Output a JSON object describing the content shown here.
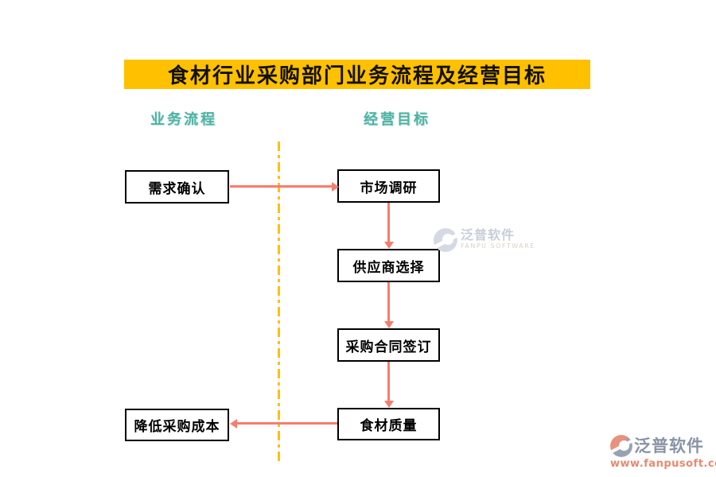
{
  "title": "食材行业采购部门业务流程及经营目标",
  "headers": {
    "left": "业务流程",
    "right": "经营目标"
  },
  "boxes": {
    "demand": "需求确认",
    "market": "市场调研",
    "supplier": "供应商选择",
    "contract": "采购合同签订",
    "quality": "食材质量",
    "cost": "降低采购成本"
  },
  "flow_connections": [
    {
      "from": "需求确认",
      "to": "市场调研",
      "direction": "right"
    },
    {
      "from": "市场调研",
      "to": "供应商选择",
      "direction": "down"
    },
    {
      "from": "供应商选择",
      "to": "采购合同签订",
      "direction": "down"
    },
    {
      "from": "采购合同签订",
      "to": "食材质量",
      "direction": "down"
    },
    {
      "from": "食材质量",
      "to": "降低采购成本",
      "direction": "left"
    }
  ],
  "watermark_center": {
    "brand": "泛普软件",
    "sub": "FANPU SOFTWARE"
  },
  "watermark_corner": {
    "brand": "泛普软件",
    "url": "www.fanpusoft.com"
  },
  "colors": {
    "title_bg": "#FFC000",
    "header_text": "#4DB3A4",
    "arrow": "#F87C6C",
    "divider": "#FFC000",
    "box_border": "#000000"
  }
}
